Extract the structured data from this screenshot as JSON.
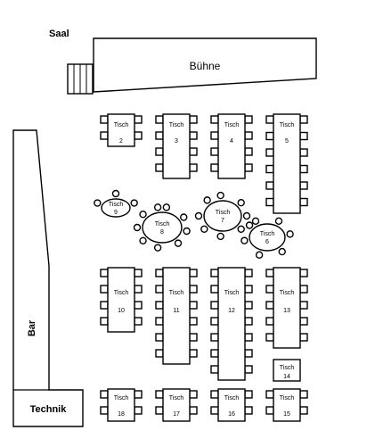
{
  "room": {
    "title": "Saal",
    "stage_label": "Bühne",
    "bar_label": "Bar",
    "technik_label": "Technik"
  },
  "table_word": "Tisch",
  "rect_tables": [
    {
      "number": "2",
      "rows": 2
    },
    {
      "number": "3",
      "rows": 4
    },
    {
      "number": "4",
      "rows": 4
    },
    {
      "number": "5",
      "rows": 6
    },
    {
      "number": "10",
      "rows": 4
    },
    {
      "number": "11",
      "rows": 6
    },
    {
      "number": "12",
      "rows": 7
    },
    {
      "number": "13",
      "rows": 5
    },
    {
      "number": "14",
      "rows": 0
    },
    {
      "number": "15",
      "rows": 2
    },
    {
      "number": "16",
      "rows": 2
    },
    {
      "number": "17",
      "rows": 2
    },
    {
      "number": "18",
      "rows": 2
    }
  ],
  "round_tables": [
    {
      "number": "9",
      "chairs": 3
    },
    {
      "number": "8",
      "chairs": 9
    },
    {
      "number": "7",
      "chairs": 8
    },
    {
      "number": "6",
      "chairs": 7
    }
  ]
}
